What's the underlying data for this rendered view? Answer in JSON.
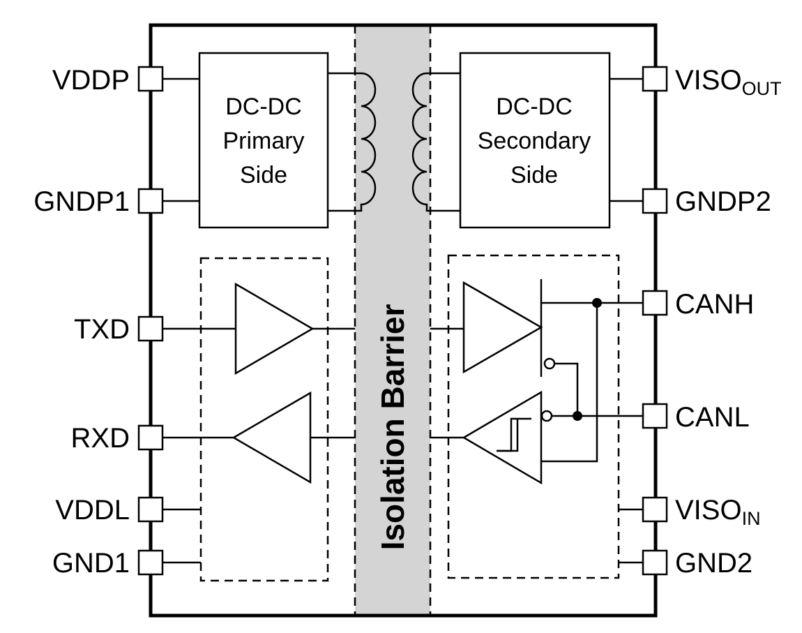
{
  "pins_left": {
    "vddp": "VDDP",
    "gndp1": "GNDP1",
    "txd": "TXD",
    "rxd": "RXD",
    "vddl": "VDDL",
    "gnd1": "GND1"
  },
  "pins_right": {
    "viso_out_main": "VISO",
    "viso_out_sub": "OUT",
    "gndp2": "GNDP2",
    "canh": "CANH",
    "canl": "CANL",
    "viso_in_main": "VISO",
    "viso_in_sub": "IN",
    "gnd2": "GND2"
  },
  "blocks": {
    "primary": [
      "DC-DC",
      "Primary",
      "Side"
    ],
    "secondary": [
      "DC-DC",
      "Secondary",
      "Side"
    ]
  },
  "barrier": {
    "label": "Isolation Barrier",
    "fill_color": "#d4d4d4"
  }
}
